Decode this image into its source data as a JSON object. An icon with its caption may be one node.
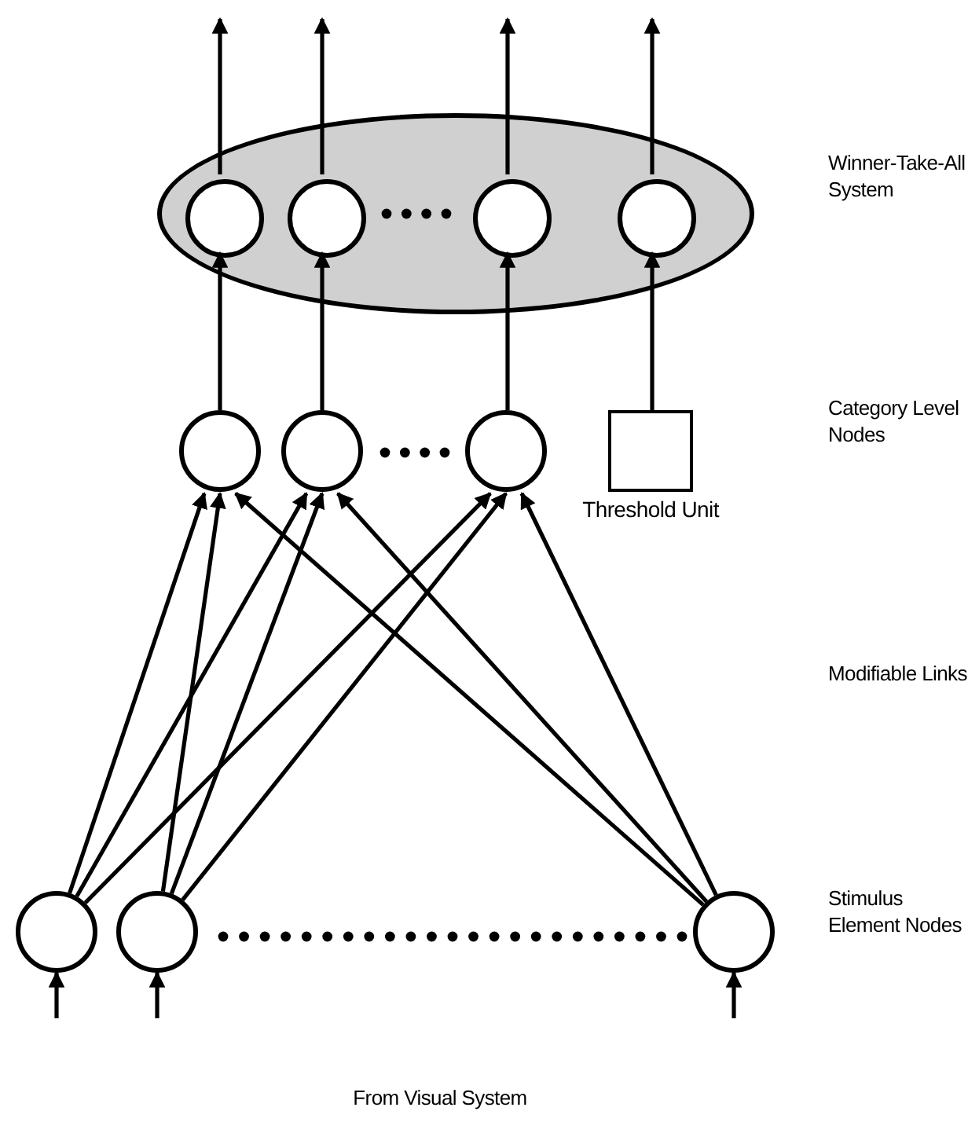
{
  "diagram": {
    "nodes": [
      {
        "text": [],
        "shape": "ellipse"
      },
      {
        "text": [],
        "shape": "circle",
        "in": 0
      },
      {
        "text": [],
        "shape": "circle",
        "in": 0
      },
      {
        "text": [],
        "shape": "circle",
        "in": 0
      },
      {
        "text": [],
        "shape": "circle",
        "in": 0
      },
      {
        "text": [],
        "shape": "circle"
      },
      {
        "text": [],
        "shape": "circle"
      },
      {
        "text": [],
        "shape": "circle"
      },
      {
        "text": [],
        "shape": "box",
        "beside": [
          "Threshold Unit"
        ]
      },
      {
        "text": [],
        "shape": "circle"
      },
      {
        "text": [],
        "shape": "circle"
      },
      {
        "text": [],
        "shape": "circle"
      }
    ],
    "edges": [
      {
        "from": 1,
        "to": null,
        "arrow": "to"
      },
      {
        "from": 2,
        "to": null,
        "arrow": "to"
      },
      {
        "from": 3,
        "to": null,
        "arrow": "to"
      },
      {
        "from": 4,
        "to": null,
        "arrow": "to"
      },
      {
        "from": 5,
        "to": 1,
        "arrow": "to"
      },
      {
        "from": 6,
        "to": 2,
        "arrow": "to"
      },
      {
        "from": 7,
        "to": 3,
        "arrow": "to"
      },
      {
        "from": 8,
        "to": 4,
        "arrow": "to"
      },
      {
        "from": 9,
        "to": 5,
        "arrow": "to"
      },
      {
        "from": 9,
        "to": 6,
        "arrow": "to"
      },
      {
        "from": 9,
        "to": 7,
        "arrow": "to"
      },
      {
        "from": 10,
        "to": 5,
        "arrow": "to"
      },
      {
        "from": 10,
        "to": 6,
        "arrow": "to"
      },
      {
        "from": 10,
        "to": 7,
        "arrow": "to"
      },
      {
        "from": 11,
        "to": 5,
        "arrow": "to"
      },
      {
        "from": 11,
        "to": 6,
        "arrow": "to"
      },
      {
        "from": 11,
        "to": 7,
        "arrow": "to"
      },
      {
        "from": null,
        "to": 9,
        "arrow": "to"
      },
      {
        "from": null,
        "to": 10,
        "arrow": "to"
      },
      {
        "from": null,
        "to": 11,
        "arrow": "to"
      }
    ],
    "labels": [
      "Winner-Take-All System",
      "Category Level Nodes",
      "Modifiable Links",
      "Stimulus Element Nodes",
      "From Visual System"
    ]
  }
}
